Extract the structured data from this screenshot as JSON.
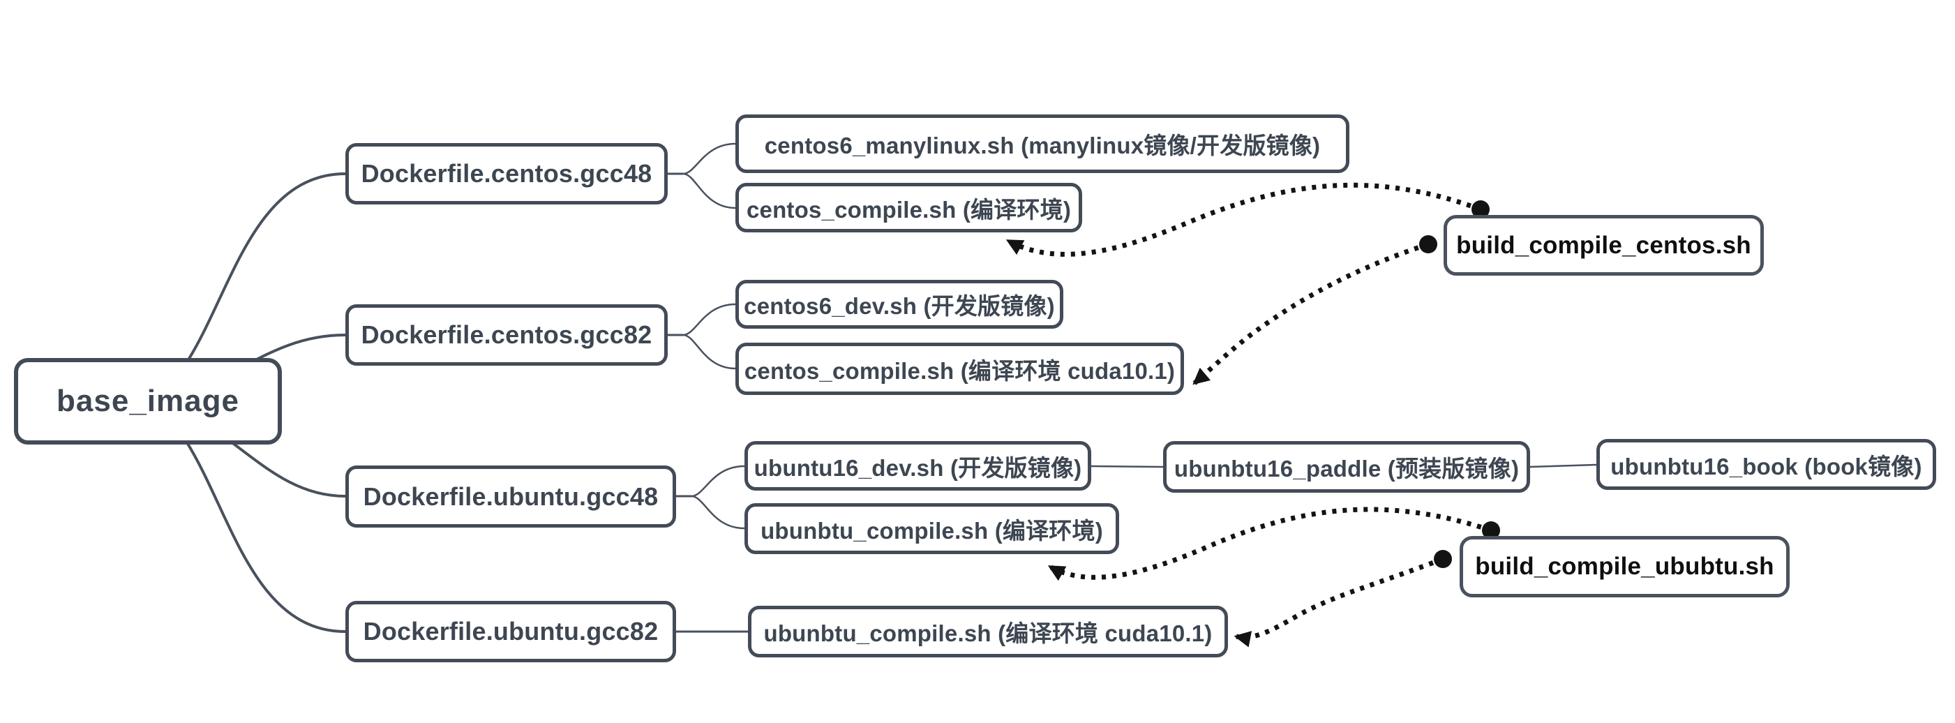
{
  "diagram_type": "mindmap",
  "colors": {
    "background": "#ffffff",
    "node_border": "#434b57",
    "node_text": "#3d4651",
    "build_node_text": "#0f0f0f",
    "solid_connector": "#49515d",
    "dotted_arrow": "#131313"
  },
  "nodes": {
    "base": {
      "label": "base_image"
    },
    "centos_gcc48": {
      "label": "Dockerfile.centos.gcc48"
    },
    "centos_gcc82": {
      "label": "Dockerfile.centos.gcc82"
    },
    "ubuntu_gcc48": {
      "label": "Dockerfile.ubuntu.gcc48"
    },
    "ubuntu_gcc82": {
      "label": "Dockerfile.ubuntu.gcc82"
    },
    "centos6_manylinux": {
      "label": "centos6_manylinux.sh (manylinux镜像/开发版镜像)"
    },
    "centos_compile": {
      "label": "centos_compile.sh (编译环境)"
    },
    "centos6_dev": {
      "label": "centos6_dev.sh (开发版镜像)"
    },
    "centos_compile_cuda": {
      "label": "centos_compile.sh (编译环境 cuda10.1)"
    },
    "ubuntu16_dev": {
      "label": "ubuntu16_dev.sh (开发版镜像)"
    },
    "ubunbtu_compile": {
      "label": "ubunbtu_compile.sh (编译环境)"
    },
    "ubunbtu16_paddle": {
      "label": "ubunbtu16_paddle (预装版镜像)"
    },
    "ubunbtu16_book": {
      "label": "ubunbtu16_book (book镜像)"
    },
    "ubunbtu_compile_cuda": {
      "label": "ubunbtu_compile.sh (编译环境 cuda10.1)"
    },
    "build_compile_centos": {
      "label": "build_compile_centos.sh"
    },
    "build_compile_ububtu": {
      "label": "build_compile_ububtu.sh"
    }
  },
  "edges": {
    "solid": [
      {
        "from": "base",
        "to": "centos_gcc48"
      },
      {
        "from": "base",
        "to": "centos_gcc82"
      },
      {
        "from": "base",
        "to": "ubuntu_gcc48"
      },
      {
        "from": "base",
        "to": "ubuntu_gcc82"
      },
      {
        "from": "centos_gcc48",
        "to": "centos6_manylinux"
      },
      {
        "from": "centos_gcc48",
        "to": "centos_compile"
      },
      {
        "from": "centos_gcc82",
        "to": "centos6_dev"
      },
      {
        "from": "centos_gcc82",
        "to": "centos_compile_cuda"
      },
      {
        "from": "ubuntu_gcc48",
        "to": "ubuntu16_dev"
      },
      {
        "from": "ubuntu_gcc48",
        "to": "ubunbtu_compile"
      },
      {
        "from": "ubuntu_gcc82",
        "to": "ubunbtu_compile_cuda"
      },
      {
        "from": "ubuntu16_dev",
        "to": "ubunbtu16_paddle"
      },
      {
        "from": "ubunbtu16_paddle",
        "to": "ubunbtu16_book"
      }
    ],
    "dotted_arrows": [
      {
        "from": "build_compile_centos",
        "to": "centos_compile",
        "style": "dotted, dot at source, arrowhead at target"
      },
      {
        "from": "build_compile_centos",
        "to": "centos_compile_cuda",
        "style": "dotted, dot at source, arrowhead at target"
      },
      {
        "from": "build_compile_ububtu",
        "to": "ubunbtu_compile",
        "style": "dotted, dot at source, arrowhead at target"
      },
      {
        "from": "build_compile_ububtu",
        "to": "ubunbtu_compile_cuda",
        "style": "dotted, dot at source, arrowhead at target"
      }
    ]
  }
}
